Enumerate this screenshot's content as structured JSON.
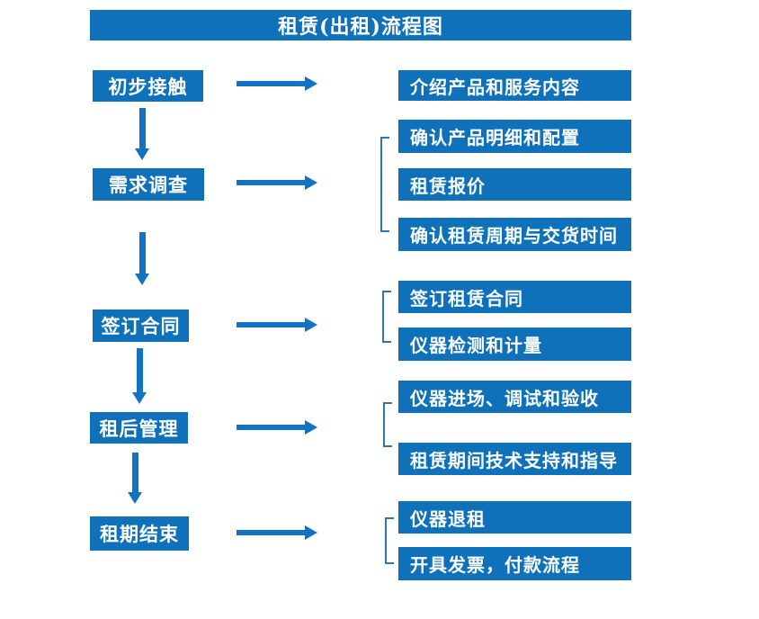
{
  "title": "租赁(出租)流程图",
  "colors": {
    "primary": "#0e71ba",
    "arrow": "#1273c2",
    "bracket": "#2e75b6"
  },
  "steps": [
    {
      "label": "初步接触",
      "outputs": [
        "介绍产品和服务内容"
      ]
    },
    {
      "label": "需求调查",
      "outputs": [
        "确认产品明细和配置",
        "租赁报价",
        "确认租赁周期与交货时间"
      ]
    },
    {
      "label": "签订合同",
      "outputs": [
        "签订租赁合同",
        "仪器检测和计量"
      ]
    },
    {
      "label": "租后管理",
      "outputs": [
        "仪器进场、调试和验收",
        "租赁期间技术支持和指导"
      ]
    },
    {
      "label": "租期结束",
      "outputs": [
        "仪器退租",
        "开具发票，付款流程"
      ]
    }
  ]
}
